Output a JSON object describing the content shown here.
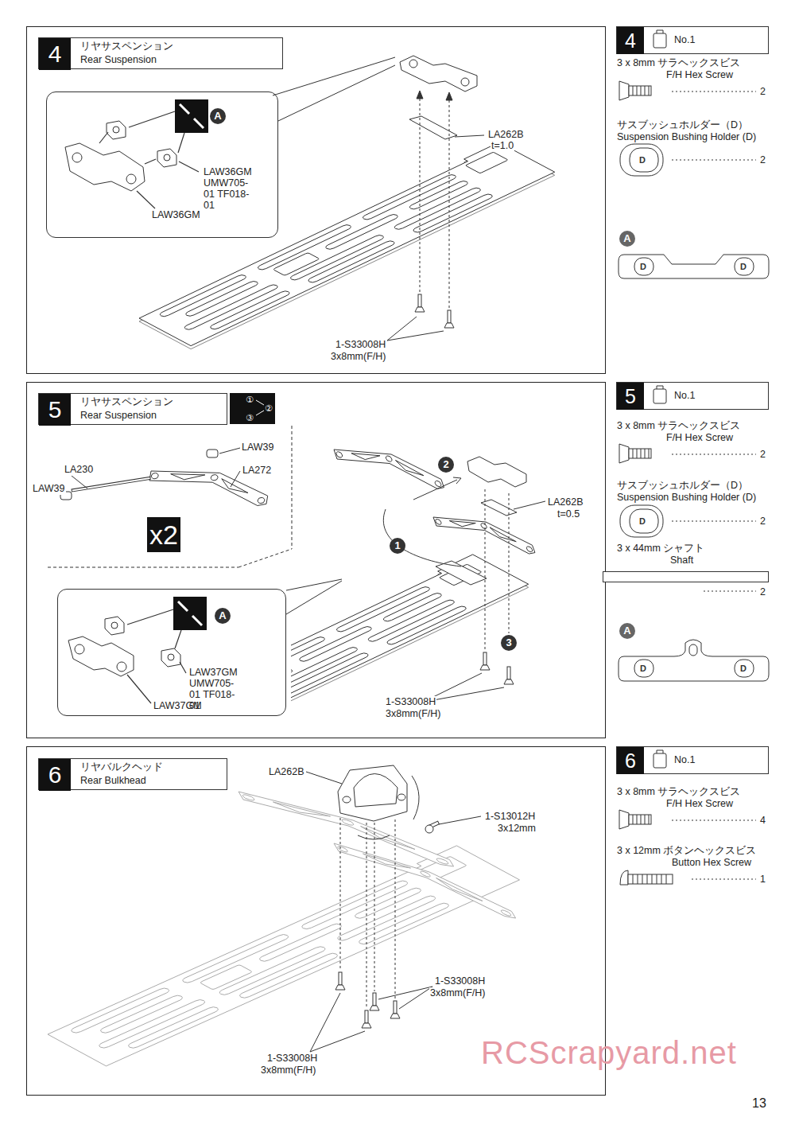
{
  "diagram": {
    "nodes": [
      {
        "text": [
          "4",
          "リヤサスペンション",
          "Rear Suspension"
        ]
      },
      {
        "text": [
          "A",
          "LAW36GM UMW705-01 TF018-01",
          "LAW36GM"
        ]
      },
      {
        "text": [
          "4",
          "No.1"
        ]
      },
      {
        "text": [
          "5",
          "リヤサスペンション",
          "Rear Suspension"
        ]
      },
      {
        "text": [
          "A",
          "LAW37GM UMW705-01 TF018-01",
          "LAW37GM"
        ]
      },
      {
        "text": [
          "5",
          "No.1"
        ]
      },
      {
        "text": [
          "6",
          "リヤバルクヘッド",
          "Rear Bulkhead"
        ]
      },
      {
        "text": [
          "6",
          "No.1"
        ]
      }
    ],
    "labels": [
      "LA262B",
      "t=1.0",
      "1-S33008H",
      "3x8mm(F/H)",
      "3 x 8mm サラヘックスビス",
      "F/H Hex Screw",
      "2",
      "サスブッシュホルダー（D）",
      "Suspension Bushing Holder (D)",
      "D",
      "2",
      "A",
      "D",
      "D",
      "①",
      "②",
      "③",
      "LAW39",
      "LA230",
      "LA272",
      "LAW39",
      "x2",
      "2",
      "LA262B",
      "t=0.5",
      "1",
      "3",
      "1-S33008H",
      "3x8mm(F/H)",
      "3 x 8mm サラヘックスビス",
      "F/H Hex Screw",
      "2",
      "サスブッシュホルダー（D）",
      "Suspension Bushing Holder (D)",
      "D",
      "2",
      "3 x 44mm シャフト",
      "Shaft",
      "2",
      "A",
      "D",
      "D",
      "LA262B",
      "1-S13012H",
      "3x12mm",
      "1-S33008H",
      "3x8mm(F/H)",
      "1-S33008H",
      "3x8mm(F/H)",
      "3 x 8mm サラヘックスビス",
      "F/H Hex Screw",
      "4",
      "3 x 12mm ボタンヘックスビス",
      "Button Hex Screw",
      "1",
      "RCScrapyard.net",
      "13"
    ]
  }
}
